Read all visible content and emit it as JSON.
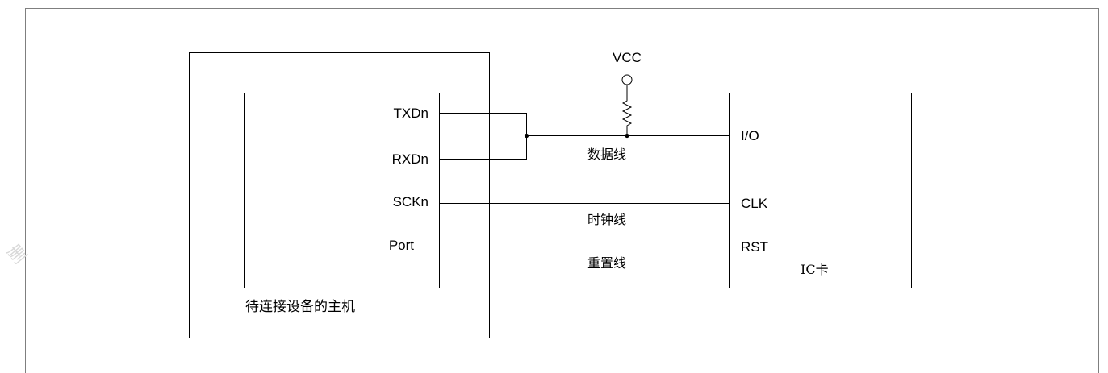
{
  "watermark": "删",
  "host": {
    "label": "待连接设备的主机",
    "pins": {
      "txd": "TXDn",
      "rxd": "RXDn",
      "sck": "SCKn",
      "port": "Port"
    }
  },
  "card": {
    "label": "IC卡",
    "pins": {
      "io": "I/O",
      "clk": "CLK",
      "rst": "RST"
    }
  },
  "supply": {
    "label": "VCC"
  },
  "wires": {
    "data": "数据线",
    "clock": "时钟线",
    "reset": "重置线"
  },
  "colors": {
    "line": "#000000",
    "frame": "#7f7f7f",
    "watermark": "#d8d8d8"
  }
}
